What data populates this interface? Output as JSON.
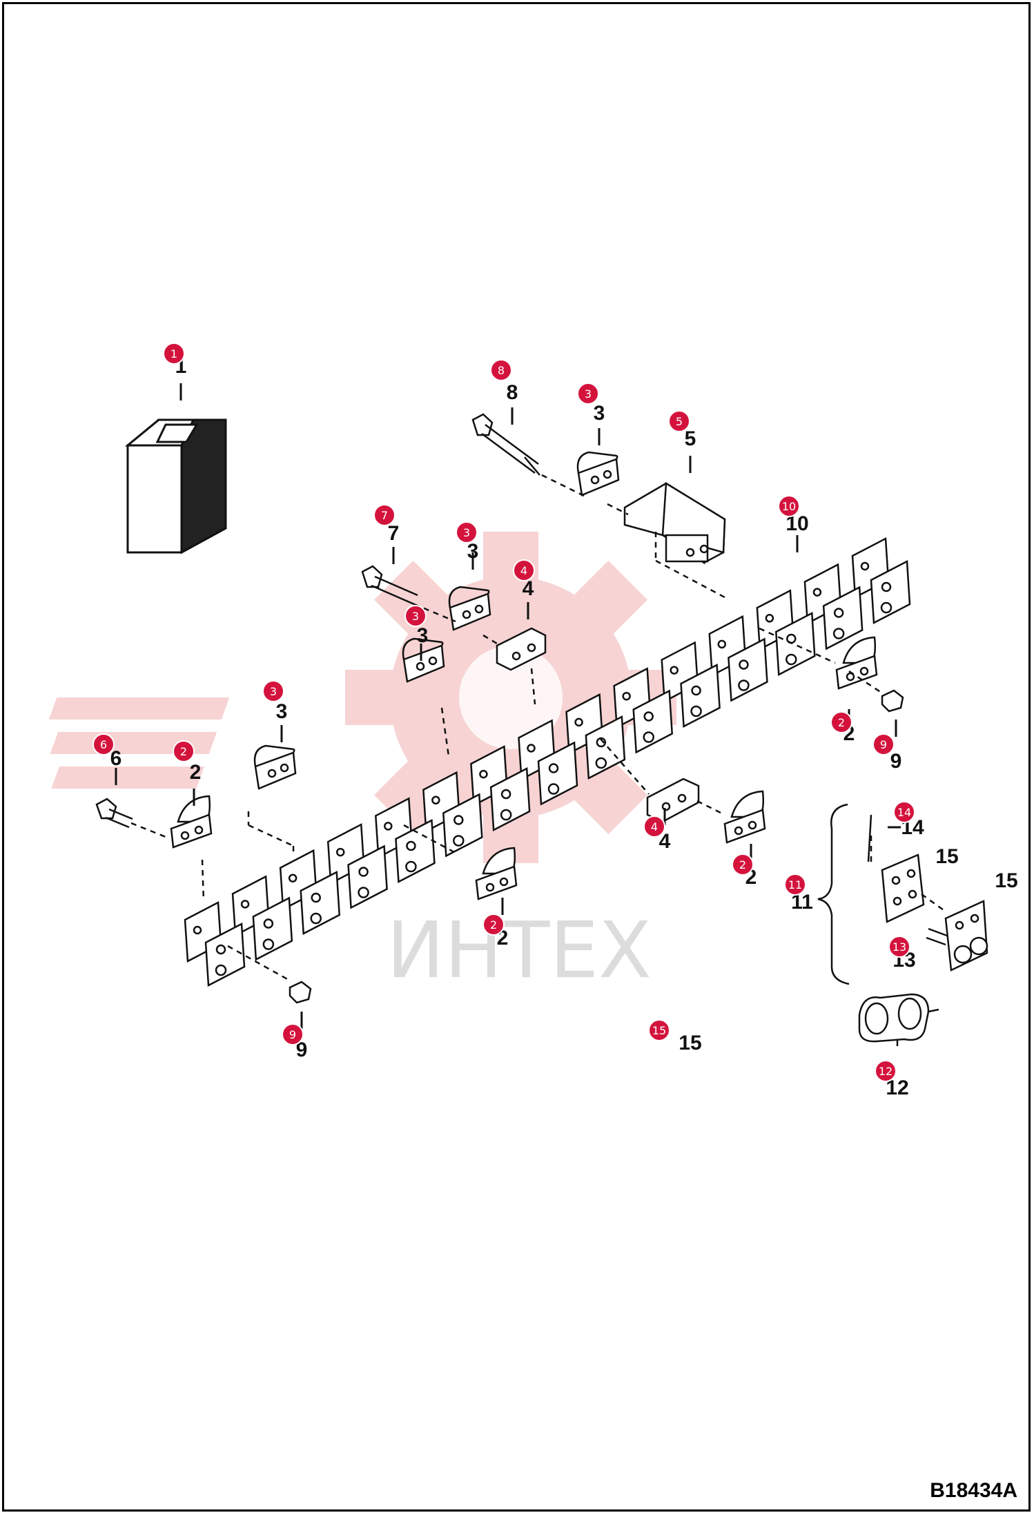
{
  "figure_code": "B18434A",
  "watermark_text": "ИНТЕХ",
  "colors": {
    "marker": "#d4133d",
    "watermark": "#f3bcbc",
    "line": "#111111"
  },
  "callouts": [
    {
      "id": "c1",
      "marker": "1",
      "label": "1"
    },
    {
      "id": "c8",
      "marker": "8",
      "label": "8"
    },
    {
      "id": "c3a",
      "marker": "3",
      "label": "3"
    },
    {
      "id": "c5",
      "marker": "5",
      "label": "5"
    },
    {
      "id": "c10",
      "marker": "10",
      "label": "10"
    },
    {
      "id": "c7",
      "marker": "7",
      "label": "7"
    },
    {
      "id": "c3b",
      "marker": "3",
      "label": "3"
    },
    {
      "id": "c4a",
      "marker": "4",
      "label": "4"
    },
    {
      "id": "c3c",
      "marker": "3",
      "label": "3"
    },
    {
      "id": "c3d",
      "marker": "3",
      "label": "3"
    },
    {
      "id": "c6",
      "marker": "6",
      "label": "6"
    },
    {
      "id": "c2a",
      "marker": "2",
      "label": "2"
    },
    {
      "id": "c2b",
      "marker": "2",
      "label": "2"
    },
    {
      "id": "c9a",
      "marker": "9",
      "label": "9"
    },
    {
      "id": "c4b",
      "marker": "4",
      "label": "4"
    },
    {
      "id": "c2c",
      "marker": "2",
      "label": "2"
    },
    {
      "id": "c2d",
      "marker": "2",
      "label": "2"
    },
    {
      "id": "c9b",
      "marker": "9",
      "label": "9"
    },
    {
      "id": "c14",
      "marker": "14",
      "label": "14"
    },
    {
      "id": "c15a",
      "marker": "",
      "label": "15"
    },
    {
      "id": "c15b",
      "marker": "",
      "label": "15"
    },
    {
      "id": "c11",
      "marker": "11",
      "label": "11"
    },
    {
      "id": "c13",
      "marker": "13",
      "label": "13"
    },
    {
      "id": "c12",
      "marker": "12",
      "label": "12"
    },
    {
      "id": "c15c",
      "marker": "15",
      "label": "15"
    }
  ]
}
